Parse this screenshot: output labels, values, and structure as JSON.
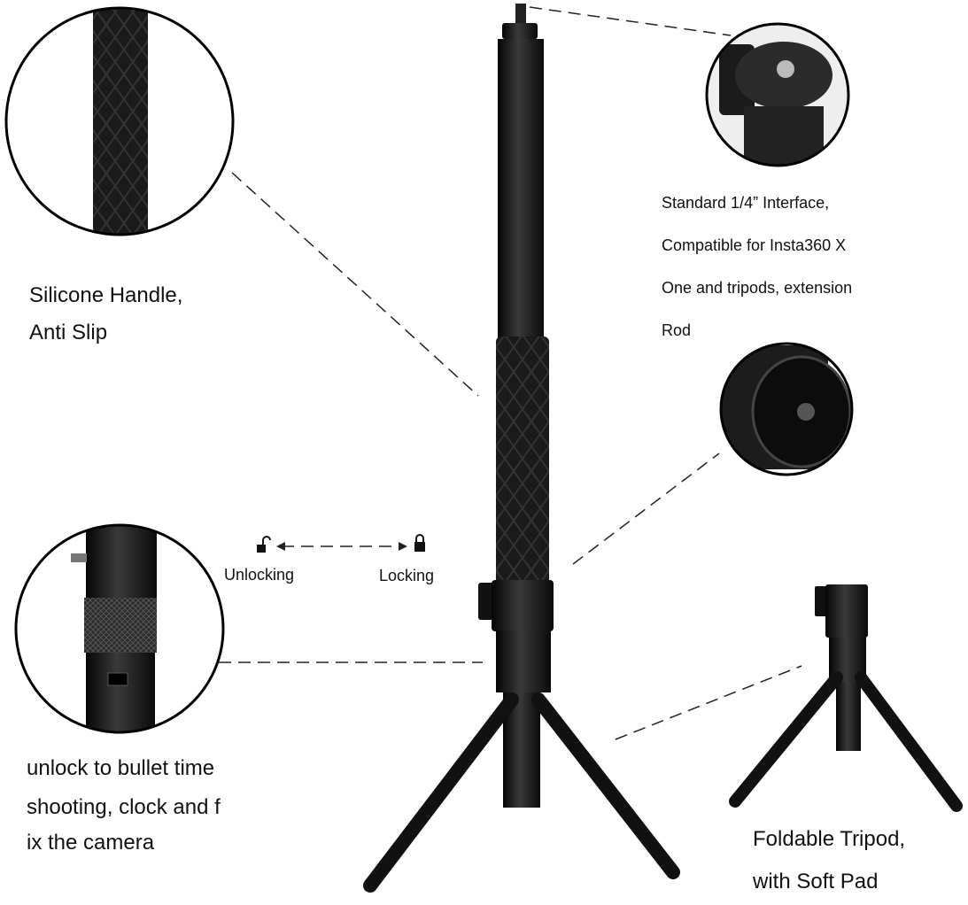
{
  "callouts": {
    "handle": [
      "Silicone Handle,",
      "Anti Slip"
    ],
    "interface": [
      "Standard 1/4” Interface,",
      "Compatible for Insta360 X",
      "One and tripods, extension",
      "Rod"
    ],
    "lock": {
      "unlocking": "Unlocking",
      "locking": "Locking",
      "unlock_icon": "unlocked-padlock-icon",
      "lock_icon": "locked-padlock-icon"
    },
    "bullet_time": [
      "unlock to bullet time",
      "shooting, clock and f",
      "ix the camera"
    ],
    "tripod": [
      "Foldable Tripod,",
      "with Soft Pad"
    ]
  },
  "colors": {
    "product": "#151515",
    "background": "#ffffff",
    "text": "#111111"
  }
}
